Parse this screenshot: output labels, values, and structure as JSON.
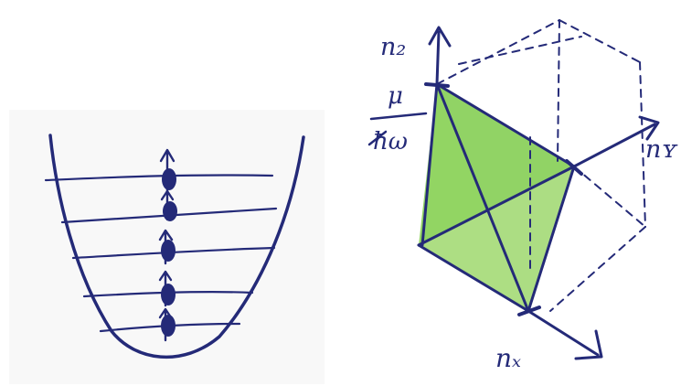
{
  "left_panel": {
    "energy_levels": 5,
    "colors": {
      "ink": "#242a78",
      "level_lines": "#3a4488"
    }
  },
  "right_panel": {
    "axis_labels": {
      "n_z": "n₂",
      "n_y": "nʏ",
      "n_x": "nₓ"
    },
    "fraction": {
      "numerator": "μ",
      "denominator": "ħω"
    },
    "colors": {
      "ink": "#242a78",
      "fill": "#7ecb4a",
      "fill_light": "#b6e08e"
    }
  }
}
